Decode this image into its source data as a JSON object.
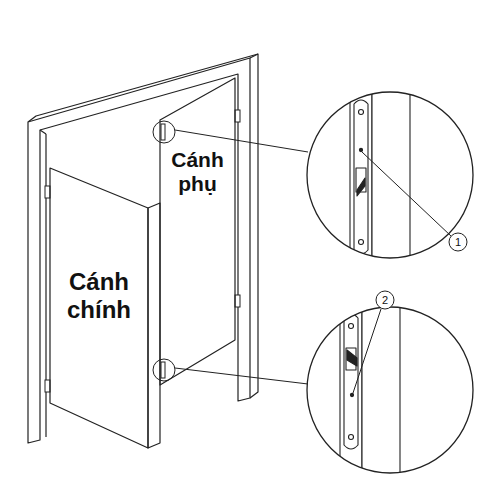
{
  "diagram": {
    "nodes": [
      {
        "text": [
          "Cánh chính"
        ]
      },
      {
        "text": [
          "Cánh phụ"
        ]
      }
    ],
    "labels": [
      "1",
      "2"
    ]
  }
}
